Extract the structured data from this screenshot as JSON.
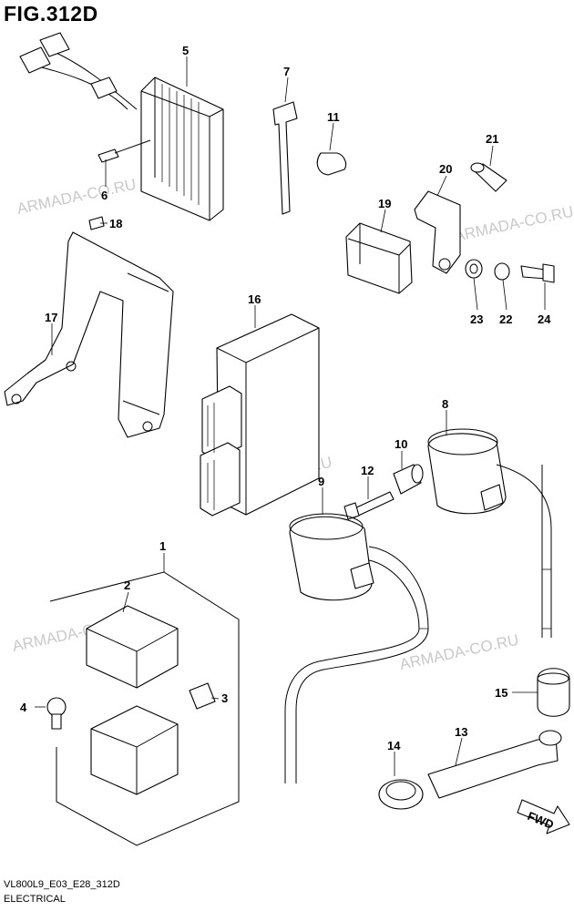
{
  "figure": {
    "title": "FIG.312D",
    "code": "VL800L9_E03_E28_312D",
    "name": "ELECTRICAL"
  },
  "watermark": "ARMADA-CO.RU",
  "direction_label": "FWD",
  "callouts": [
    "1",
    "2",
    "3",
    "4",
    "5",
    "6",
    "7",
    "8",
    "9",
    "10",
    "11",
    "12",
    "13",
    "14",
    "15",
    "16",
    "17",
    "18",
    "19",
    "20",
    "21",
    "22",
    "23",
    "24"
  ]
}
